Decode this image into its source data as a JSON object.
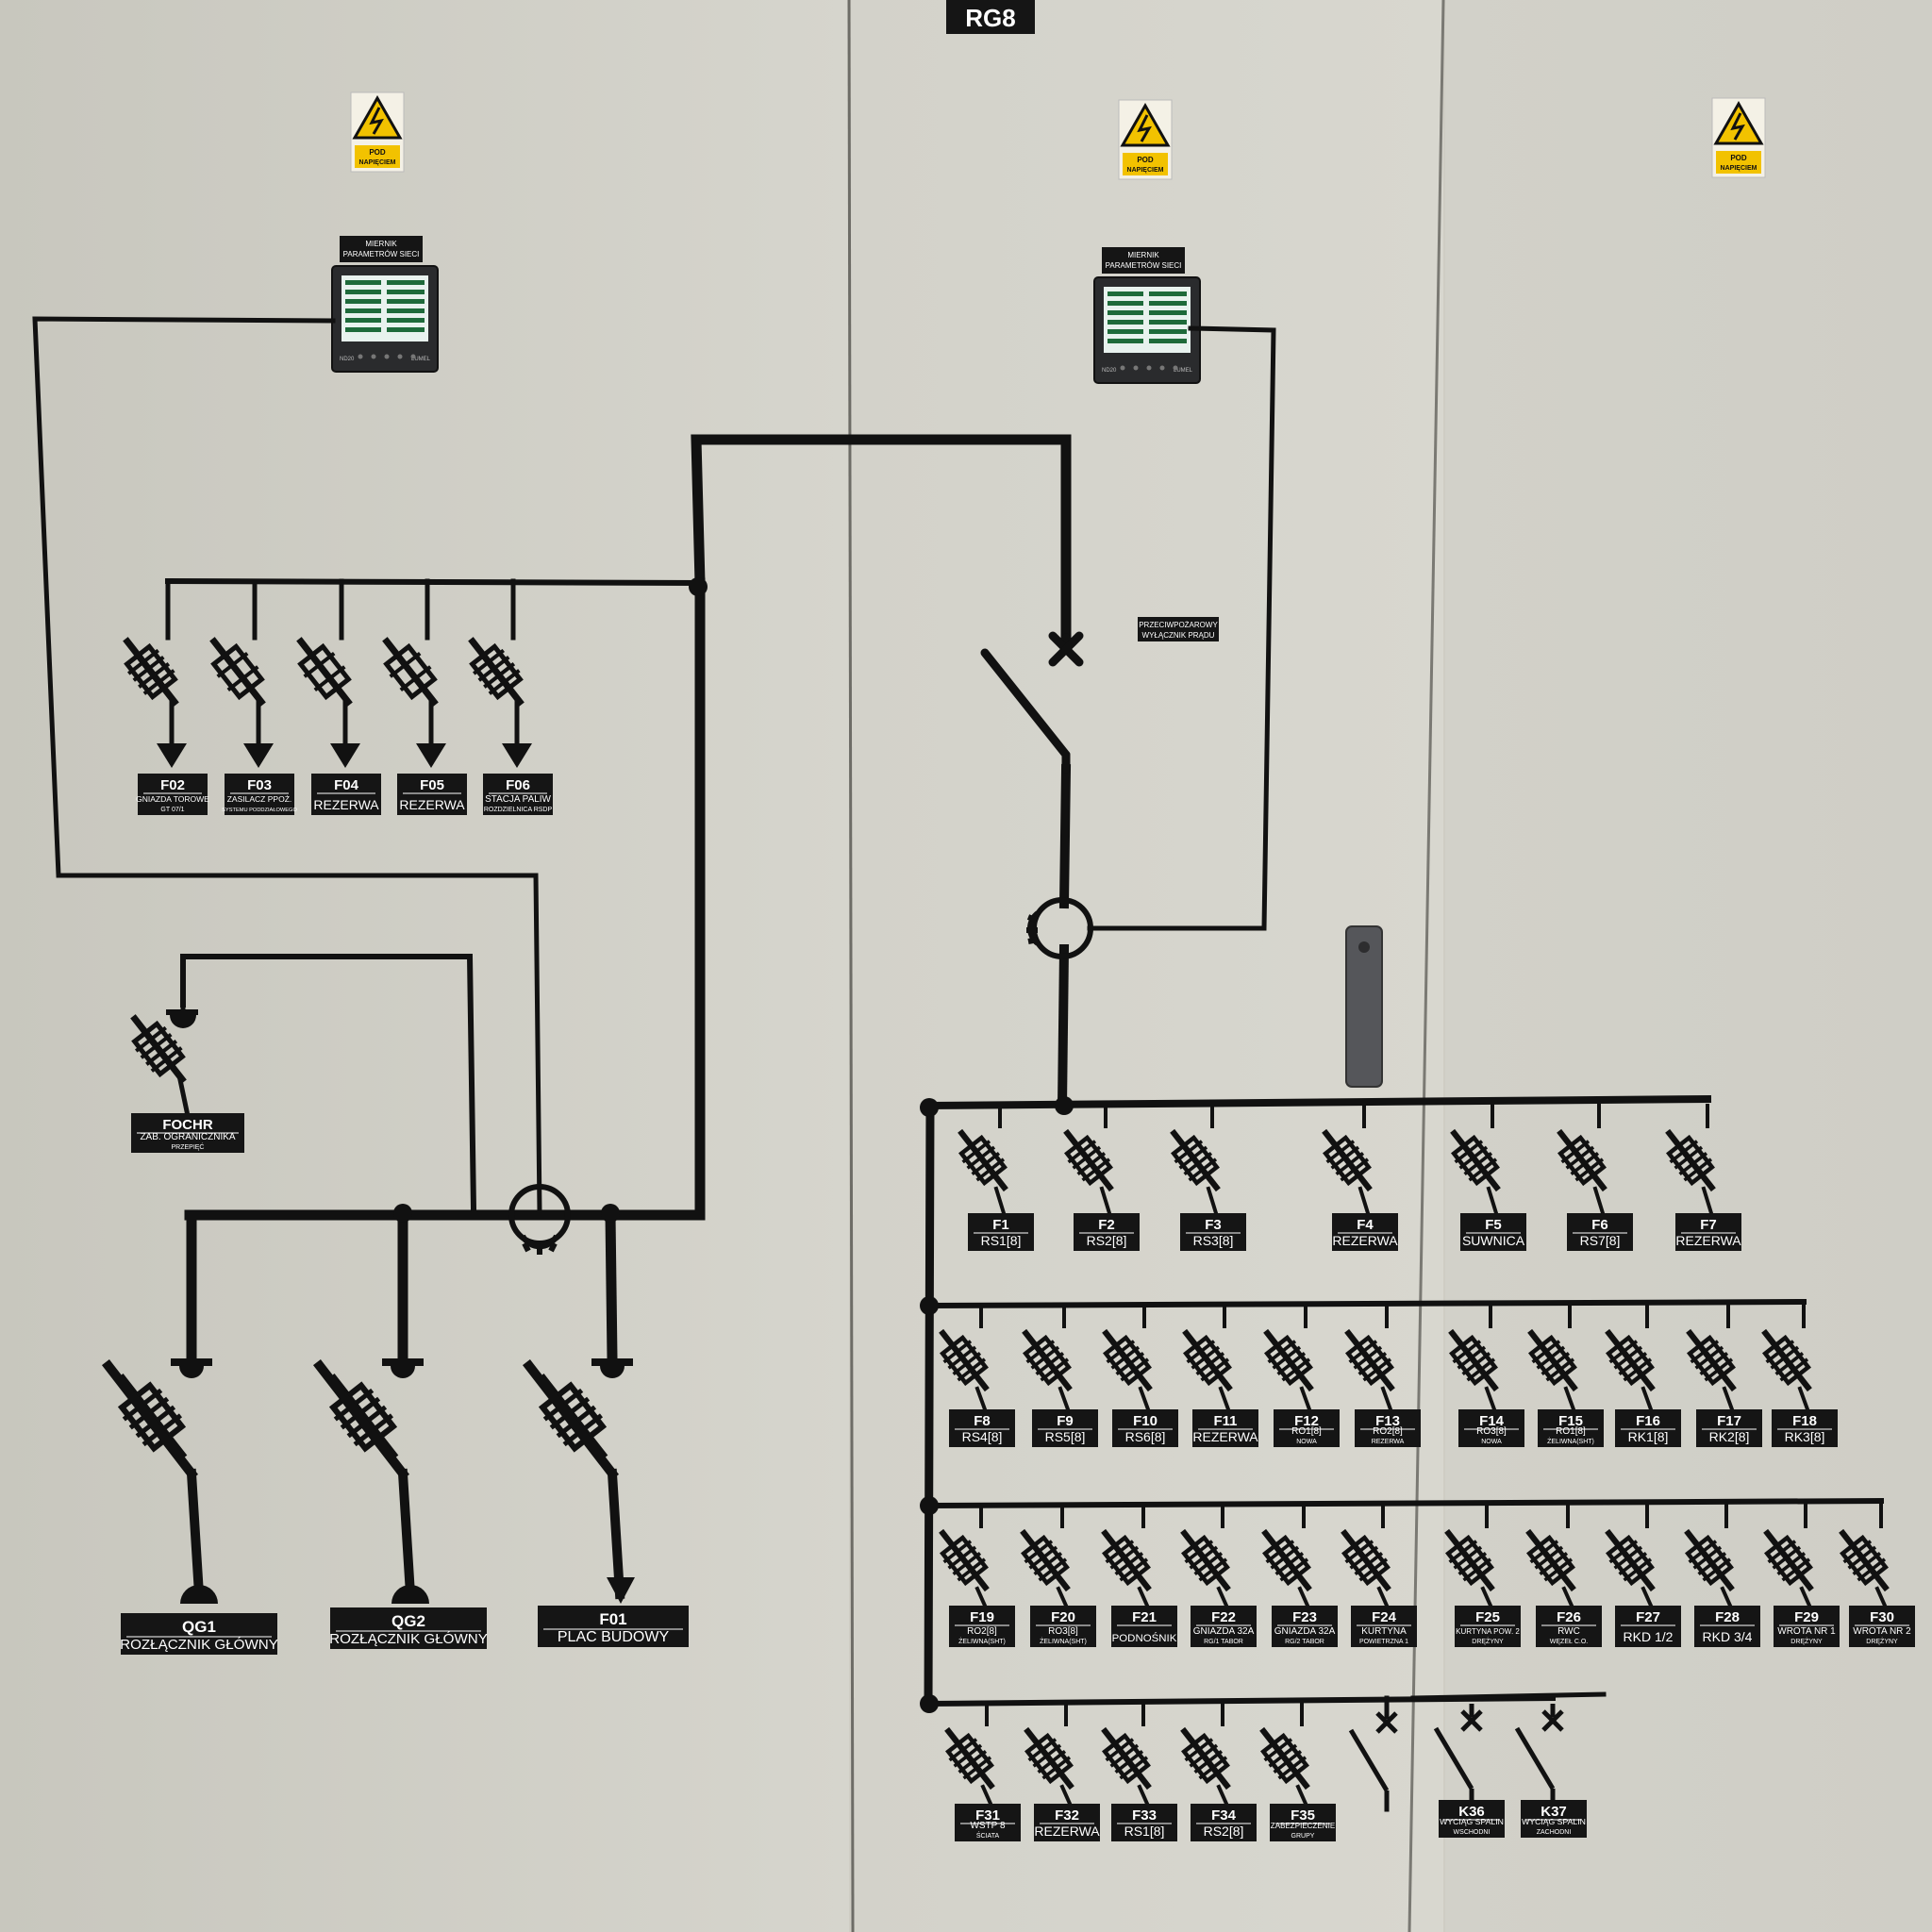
{
  "cabinet_label": "RG8",
  "warning_text_line1": "POD",
  "warning_text_line2": "NAPIĘCIEM",
  "meter_label_line1": "MIERNIK",
  "meter_label_line2": "PARAMETRÓW SIECI",
  "meter_brand_left": "ND20",
  "meter_brand_right": "LUMEL",
  "fire_switch_line1": "PRZECIWPOŻAROWY",
  "fire_switch_line2": "WYŁĄCZNIK PRĄDU",
  "labels": [
    {
      "code": "F02",
      "desc": "GNIAZDA TOROWE",
      "desc2": "GT 07/1"
    },
    {
      "code": "F03",
      "desc": "ZASILACZ PPOŻ.",
      "desc2": "SYSTEMU PODDZIAŁOWEGO"
    },
    {
      "code": "F04",
      "desc": "REZERWA",
      "desc2": ""
    },
    {
      "code": "F05",
      "desc": "REZERWA",
      "desc2": ""
    },
    {
      "code": "F06",
      "desc": "STACJA PALIW",
      "desc2": "ROZDZIELNICA RSDP"
    },
    {
      "code": "FOCHR",
      "desc": "ZAB. OGRANICZNIKA",
      "desc2": "PRZEPIĘĆ"
    },
    {
      "code": "QG1",
      "desc": "ROZŁĄCZNIK GŁÓWNY",
      "desc2": ""
    },
    {
      "code": "QG2",
      "desc": "ROZŁĄCZNIK GŁÓWNY",
      "desc2": ""
    },
    {
      "code": "F01",
      "desc": "PLAC BUDOWY",
      "desc2": ""
    },
    {
      "code": "F1",
      "desc": "RS1[8]",
      "desc2": ""
    },
    {
      "code": "F2",
      "desc": "RS2[8]",
      "desc2": ""
    },
    {
      "code": "F3",
      "desc": "RS3[8]",
      "desc2": ""
    },
    {
      "code": "F4",
      "desc": "REZERWA",
      "desc2": ""
    },
    {
      "code": "F5",
      "desc": "SUWNICA",
      "desc2": ""
    },
    {
      "code": "F6",
      "desc": "RS7[8]",
      "desc2": ""
    },
    {
      "code": "F7",
      "desc": "REZERWA",
      "desc2": ""
    },
    {
      "code": "F8",
      "desc": "RS4[8]",
      "desc2": ""
    },
    {
      "code": "F9",
      "desc": "RS5[8]",
      "desc2": ""
    },
    {
      "code": "F10",
      "desc": "RS6[8]",
      "desc2": ""
    },
    {
      "code": "F11",
      "desc": "REZERWA",
      "desc2": ""
    },
    {
      "code": "F12",
      "desc": "RO1[8]",
      "desc2": "NOWA"
    },
    {
      "code": "F13",
      "desc": "RO2[8]",
      "desc2": "REZERWA"
    },
    {
      "code": "F14",
      "desc": "RO3[8]",
      "desc2": "NOWA"
    },
    {
      "code": "F15",
      "desc": "RO1[8]",
      "desc2": "ŻELIWNA(SHT)"
    },
    {
      "code": "F16",
      "desc": "RK1[8]",
      "desc2": ""
    },
    {
      "code": "F17",
      "desc": "RK2[8]",
      "desc2": ""
    },
    {
      "code": "F18",
      "desc": "RK3[8]",
      "desc2": ""
    },
    {
      "code": "F19",
      "desc": "RO2[8]",
      "desc2": "ŻELIWNA(SHT)"
    },
    {
      "code": "F20",
      "desc": "RO3[8]",
      "desc2": "ŻELIWNA(SHT)"
    },
    {
      "code": "F21",
      "desc": "PODNOŚNIK",
      "desc2": ""
    },
    {
      "code": "F22",
      "desc": "GNIAZDA 32A",
      "desc2": "RG/1 TABOR"
    },
    {
      "code": "F23",
      "desc": "GNIAZDA 32A",
      "desc2": "RG/2 TABOR"
    },
    {
      "code": "F24",
      "desc": "KURTYNA",
      "desc2": "POWIETRZNA 1"
    },
    {
      "code": "F25",
      "desc": "KURTYNA POW. 2",
      "desc2": "DRĘŻYNY"
    },
    {
      "code": "F26",
      "desc": "RWC",
      "desc2": "WĘZEŁ C.O."
    },
    {
      "code": "F27",
      "desc": "RKD 1/2",
      "desc2": ""
    },
    {
      "code": "F28",
      "desc": "RKD 3/4",
      "desc2": ""
    },
    {
      "code": "F29",
      "desc": "WROTA NR 1",
      "desc2": "DRĘŻYNY"
    },
    {
      "code": "F30",
      "desc": "WROTA NR 2",
      "desc2": "DRĘŻYNY"
    },
    {
      "code": "F31",
      "desc": "WSTP 8",
      "desc2": "ŚCIATA"
    },
    {
      "code": "F32",
      "desc": "REZERWA",
      "desc2": ""
    },
    {
      "code": "F33",
      "desc": "RS1[8]",
      "desc2": ""
    },
    {
      "code": "F34",
      "desc": "RS2[8]",
      "desc2": ""
    },
    {
      "code": "F35",
      "desc": "ZABEZPIECZENIE",
      "desc2": "GRUPY"
    },
    {
      "code": "K36",
      "desc": "WYCIĄG SPALIN",
      "desc2": "WSCHODNI"
    },
    {
      "code": "K37",
      "desc": "WYCIĄG SPALIN",
      "desc2": "ZACHODNI"
    }
  ]
}
